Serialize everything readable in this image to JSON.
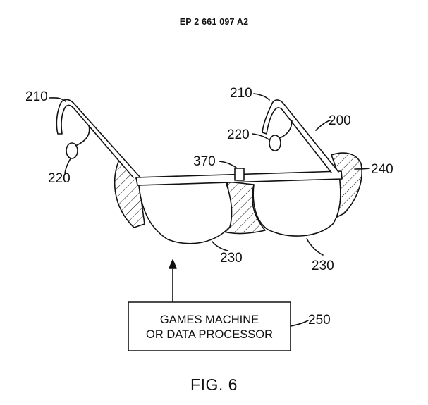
{
  "header": {
    "publication_number": "EP 2 661 097 A2"
  },
  "figure": {
    "caption": "FIG. 6",
    "labels": {
      "arm_left": "210",
      "arm_right": "210",
      "earpiece_left": "220",
      "earpiece_right": "220",
      "frame": "200",
      "sensor": "370",
      "shield": "240",
      "lens_left": "230",
      "lens_right": "230",
      "processor": "250"
    },
    "processor_box": {
      "line1": "GAMES MACHINE",
      "line2": "OR DATA PROCESSOR"
    }
  }
}
